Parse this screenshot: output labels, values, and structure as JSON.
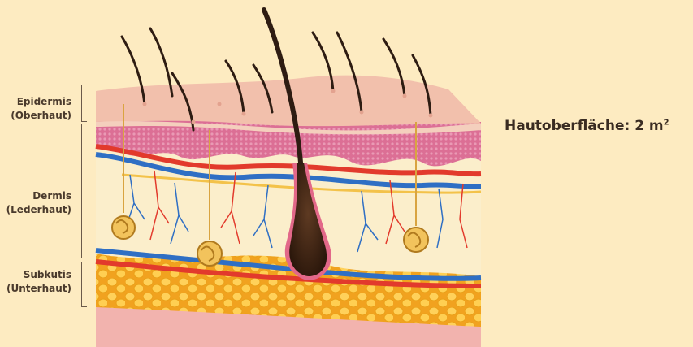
{
  "labels": {
    "epidermis": "Epidermis",
    "epidermis_de": "(Oberhaut)",
    "dermis": "Dermis",
    "dermis_de": "(Lederhaut)",
    "subcutis": "Subkutis",
    "subcutis_de": "(Unterhaut)"
  },
  "surface_label": {
    "text": "Hautoberfläche: 2 m",
    "superscript": "2"
  },
  "colors": {
    "background": "#fdebc1",
    "epidermis_top": "#f2c0ac",
    "epidermis_layer": "#e07fa0",
    "dermis": "#fbeecb",
    "subcutis_fat": "#f7b92d",
    "artery": "#e23a2c",
    "vein": "#2f6fc4",
    "nerve": "#f3c24a",
    "hair": "#2e1c12"
  }
}
